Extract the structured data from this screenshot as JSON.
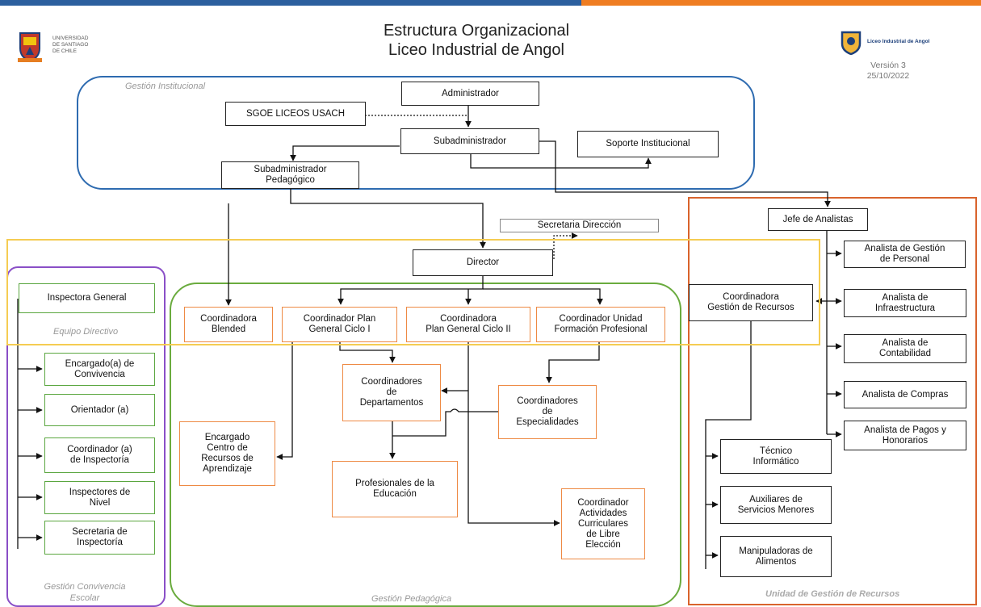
{
  "header": {
    "title_line1": "Estructura Organizacional",
    "title_line2": "Liceo Industrial de Angol",
    "university_logo_text": [
      "UNIVERSIDAD",
      "DE SANTIAGO",
      "DE CHILE"
    ],
    "school_logo_text": "Liceo Industrial de Angol",
    "version": "Versión 3",
    "date": "25/10/2022"
  },
  "regions": {
    "institucional": "Gestión Institucional",
    "equipo_directivo": "Equipo Directivo",
    "convivencia_line1": "Gestión Convivencia",
    "convivencia_line2": "Escolar",
    "pedagogica": "Gestión Pedagógica",
    "recursos": "Unidad de Gestión de Recursos"
  },
  "nodes": {
    "administrador": "Administrador",
    "sgoe": "SGOE LICEOS USACH",
    "subadministrador": "Subadministrador",
    "soporte": "Soporte Institucional",
    "subadmin_ped_1": "Subadministrador",
    "subadmin_ped_2": "Pedagógico",
    "secretaria_direccion": "Secretaria Dirección",
    "director": "Director",
    "jefe_analistas": "Jefe de Analistas",
    "inspectora_general": "Inspectora General",
    "coord_blended_1": "Coordinadora",
    "coord_blended_2": "Blended",
    "coord_ciclo1_1": "Coordinador Plan",
    "coord_ciclo1_2": "General Ciclo I",
    "coord_ciclo2_1": "Coordinadora",
    "coord_ciclo2_2": "Plan General Ciclo II",
    "coord_ufp_1": "Coordinador Unidad",
    "coord_ufp_2": "Formación Profesional",
    "coord_recursos_1": "Coordinadora",
    "coord_recursos_2": "Gestión de Recursos",
    "analista_personal_1": "Analista de Gestión",
    "analista_personal_2": "de Personal",
    "analista_infra_1": "Analista de",
    "analista_infra_2": "Infraestructura",
    "analista_conta_1": "Analista de",
    "analista_conta_2": "Contabilidad",
    "analista_compras": "Analista de Compras",
    "analista_pagos_1": "Analista de Pagos y",
    "analista_pagos_2": "Honorarios",
    "encargado_conv_1": "Encargado(a) de",
    "encargado_conv_2": "Convivencia",
    "orientador": "Orientador (a)",
    "coord_inspect_1": "Coordinador (a)",
    "coord_inspect_2": "de Inspectoría",
    "inspectores_1": "Inspectores de",
    "inspectores_2": "Nivel",
    "secretaria_insp_1": "Secretaria de",
    "secretaria_insp_2": "Inspectoría",
    "coord_deptos_1": "Coordinadores",
    "coord_deptos_2": "de",
    "coord_deptos_3": "Departamentos",
    "coord_espec_1": "Coordinadores",
    "coord_espec_2": "de",
    "coord_espec_3": "Especialidades",
    "encargado_cra_1": "Encargado",
    "encargado_cra_2": "Centro de",
    "encargado_cra_3": "Recursos de",
    "encargado_cra_4": "Aprendizaje",
    "profesionales_1": "Profesionales de la",
    "profesionales_2": "Educación",
    "coord_act_1": "Coordinador",
    "coord_act_2": "Actividades",
    "coord_act_3": "Curriculares",
    "coord_act_4": "de Libre",
    "coord_act_5": "Elección",
    "tecnico_1": "Técnico",
    "tecnico_2": "Informático",
    "auxiliares_1": "Auxiliares de",
    "auxiliares_2": "Servicios Menores",
    "manipuladoras_1": "Manipuladoras de",
    "manipuladoras_2": "Alimentos"
  },
  "colors": {
    "blue_bar": "#2c5f9e",
    "orange_bar": "#ef7d22",
    "institucional_border": "#2e6bb0",
    "convivencia_border": "#8a4fc7",
    "pedagogica_border": "#6aab3e",
    "recursos_border": "#d9632c",
    "directivo_border": "#f5cc52"
  }
}
